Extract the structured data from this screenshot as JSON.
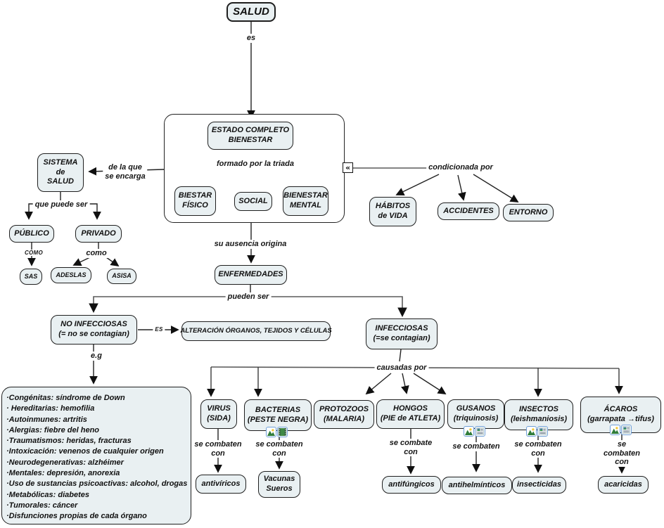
{
  "nodes": {
    "salud": "SALUD",
    "estado": "ESTADO COMPLETO\nBIENESTAR",
    "biestar_fisico": "BIESTAR\nFÍSICO",
    "social": "SOCIAL",
    "bienestar_mental": "BIENESTAR\nMENTAL",
    "sistema": "SISTEMA\nde\nSALUD",
    "publico": "PÚBLICO",
    "privado": "PRIVADO",
    "sas": "SAS",
    "adeslas": "ADESLAS",
    "asisa": "ASISA",
    "habitos": "HÁBITOS\nde VIDA",
    "accidentes": "ACCIDENTES",
    "entorno": "ENTORNO",
    "enfermedades": "ENFERMEDADES",
    "no_infecciosas": "NO INFECCIOSAS\n(= no se contagian)",
    "alteracion": "ALTERACIÓN ÓRGANOS, TEJIDOS Y CÉLULAS",
    "infecciosas": "INFECCIOSAS\n(=se contagian)",
    "virus": "VIRUS\n(SIDA)",
    "bacterias": "BACTERIAS\n(PESTE NEGRA)",
    "protozoos": "PROTOZOOS\n(MALARIA)",
    "hongos": "HONGOS\n(PIE de ATLETA)",
    "gusanos": "GUSANOS\n(triquinosis)",
    "insectos": "INSECTOS\n(leishmaniosis)",
    "acaros": "ÁCAROS\n(garrapata →tifus)",
    "antiviricos": "antivíricos",
    "vacunas": "Vacunas\nSueros",
    "antifungicos": "antifúngicos",
    "antihelminticos": "antihelmínticos",
    "insecticidas": "insecticidas",
    "acaricidas": "acaricidas"
  },
  "labels": {
    "es": "es",
    "formado": "formado por la triada",
    "de_la_que": "de la que\nse encarga",
    "que_puede_ser": "que puede ser",
    "como_publico": "COMO",
    "como_privado": "como",
    "condicionada": "condicionada por",
    "su_ausencia": "su ausencia origina",
    "pueden_ser": "pueden ser",
    "es_link": "ES",
    "eg": "e.g",
    "causadas": "causadas por",
    "sc_virus": "se combaten\ncon",
    "sc_bacterias": "se combaten\ncon",
    "sc_hongos": "se combate\ncon",
    "sc_gusanos": "se combaten",
    "sc_insectos": "se combaten\ncon",
    "sc_acaros": "se combaten\ncon"
  },
  "examples": [
    "·Congénitas: síndrome de Down",
    "· Hereditarias: hemofilia",
    "·Autoinmunes: artritis",
    "·Alergias: fiebre del heno",
    "·Traumatismos: heridas, fracturas",
    "·Intoxicación: venenos de cualquier origen",
    "·Neurodegenerativas: alzhéimer",
    "·Mentales: depresión, anorexia",
    "·Uso de sustancias psicoactivas: alcohol, drogas",
    "·Metabólicas: diabetes",
    "·Tumorales: cáncer",
    "·Disfunciones propias de cada órgano"
  ],
  "collapse_glyph": "«",
  "colors": {
    "node_fill": "#e9f0f2",
    "node_border": "#1f1f1f",
    "line": "#3a3a3a",
    "gray_line": "#5a5a5a",
    "icon_border": "#6f9fd8"
  }
}
